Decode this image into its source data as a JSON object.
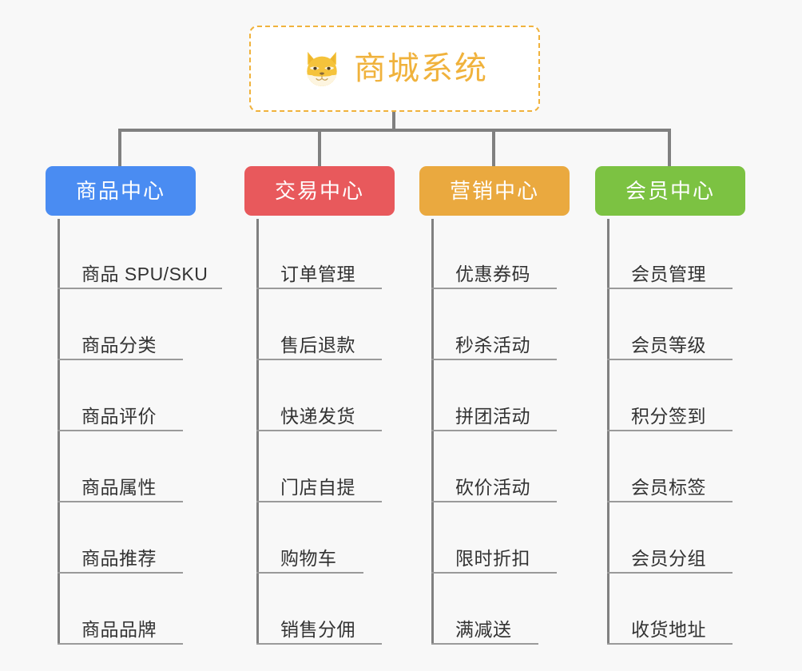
{
  "canvas": {
    "background": "#f8f8f8",
    "line_color": "#808080",
    "leaf_text_color": "#333333"
  },
  "root": {
    "title": "商城系统",
    "icon": "shiba-inu-dog-face-icon",
    "border_color": "#f0b23c",
    "text_color": "#f0b23c",
    "fill": "#ffffff"
  },
  "branches": [
    {
      "label": "商品中心",
      "color": "#4a8cf2",
      "items": [
        "商品 SPU/SKU",
        "商品分类",
        "商品评价",
        "商品属性",
        "商品推荐",
        "商品品牌"
      ]
    },
    {
      "label": "交易中心",
      "color": "#e8595c",
      "items": [
        "订单管理",
        "售后退款",
        "快递发货",
        "门店自提",
        "购物车",
        "销售分佣"
      ]
    },
    {
      "label": "营销中心",
      "color": "#eaa93f",
      "items": [
        "优惠券码",
        "秒杀活动",
        "拼团活动",
        "砍价活动",
        "限时折扣",
        "满减送"
      ]
    },
    {
      "label": "会员中心",
      "color": "#7cc242",
      "items": [
        "会员管理",
        "会员等级",
        "积分签到",
        "会员标签",
        "会员分组",
        "收货地址"
      ]
    }
  ]
}
